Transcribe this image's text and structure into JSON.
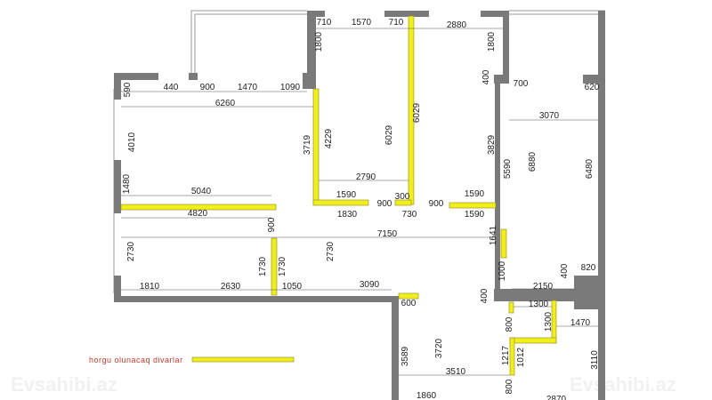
{
  "legend": {
    "label": "horgu olunacaq divarlar",
    "color": "#f2ee1c"
  },
  "colors": {
    "wall": "#7a7a7a",
    "new_wall": "#f2ee1c"
  },
  "watermark": "Evsahibi.az",
  "dimensions": [
    "710",
    "1570",
    "710",
    "2880",
    "1800",
    "1800",
    "590",
    "440",
    "900",
    "1470",
    "1090",
    "6260",
    "400",
    "700",
    "620",
    "4010",
    "3719",
    "4229",
    "6029",
    "6029",
    "3829",
    "3070",
    "5590",
    "6880",
    "6480",
    "2790",
    "1480",
    "5040",
    "1590",
    "300",
    "1590",
    "4820",
    "1830",
    "900",
    "730",
    "900",
    "1590",
    "2730",
    "900",
    "7150",
    "2730",
    "1641",
    "1730",
    "1730",
    "1810",
    "2630",
    "1050",
    "3090",
    "1000",
    "400",
    "820",
    "2150",
    "600",
    "400",
    "1300",
    "1300",
    "1470",
    "800",
    "3589",
    "3720",
    "3510",
    "1217",
    "1012",
    "3110",
    "800",
    "1860",
    "2870"
  ]
}
